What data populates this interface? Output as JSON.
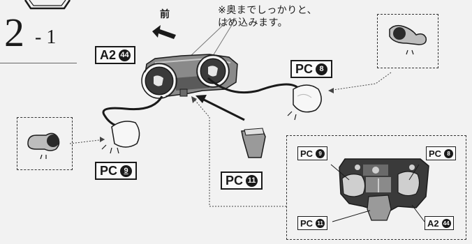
{
  "step": {
    "number": "2",
    "sub": "- 1"
  },
  "note": {
    "line1": "※奥までしっかりと、",
    "line2": "はめ込みます。"
  },
  "front_label": "前",
  "labels": {
    "a2_main": {
      "prefix": "A2",
      "num": "44"
    },
    "pc8_main": {
      "prefix": "PC",
      "num": "8"
    },
    "pc9_main": {
      "prefix": "PC",
      "num": "9"
    },
    "pc11_main": {
      "prefix": "PC",
      "num": "11"
    },
    "pc9_detail": {
      "prefix": "PC",
      "num": "9"
    },
    "pc8_detail": {
      "prefix": "PC",
      "num": "8"
    },
    "pc11_detail": {
      "prefix": "PC",
      "num": "11"
    },
    "a2_detail": {
      "prefix": "A2",
      "num": "44"
    }
  }
}
